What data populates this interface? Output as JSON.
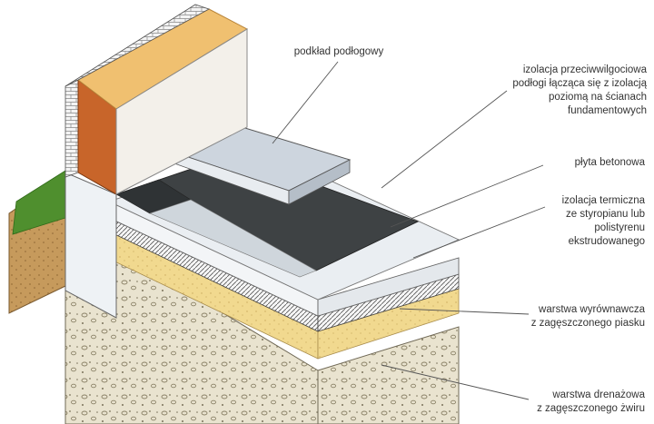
{
  "colors": {
    "brick": "#c8652a",
    "grass": "#4f8f2e",
    "gravel": "#e7e1cc",
    "sand": "#f1d98f",
    "concrete": "#3e4244",
    "insulation": "#e9edf1",
    "leader": "#555555"
  },
  "labels": {
    "podklad": [
      "podkład podłogowy"
    ],
    "izolacja_przeciwwilgociowa": [
      "izolacja przeciwwilgociowa",
      "podłogi łącząca się z izolacją",
      "poziomą na ścianach",
      "fundamentowych"
    ],
    "plyta": [
      "płyta betonowa"
    ],
    "izolacja_termiczna": [
      "izolacja termiczna",
      "ze styropianu lub",
      "polistyrenu",
      "ekstrudowanego"
    ],
    "wyrownawcza": [
      "warstwa wyrównawcza",
      "z zagęszczonego piasku"
    ],
    "drenazowa": [
      "warstwa drenażowa",
      "z zagęszczonego żwiru"
    ]
  }
}
